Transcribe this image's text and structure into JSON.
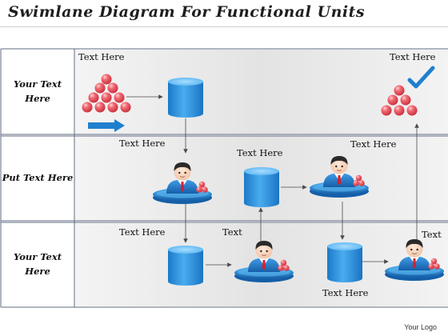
{
  "title": "Swimlane Diagram For Functional Units",
  "lanes": [
    {
      "label_line1": "Your Text",
      "label_line2": "Here"
    },
    {
      "label_line1": "Put Text Here",
      "label_line2": ""
    },
    {
      "label_line1": "Your Text",
      "label_line2": "Here"
    }
  ],
  "labels": {
    "l1_left": "Text Here",
    "l1_right": "Text Here",
    "l2_a": "Text Here",
    "l2_b": "Text Here",
    "l2_c": "Text Here",
    "l3_a": "Text Here",
    "l3_b": "Text",
    "l3_c": "Text",
    "l3_d": "Text Here"
  },
  "footer": {
    "logo": "Your Logo"
  },
  "colors": {
    "lane_bg": "#e6e6e6",
    "grid_line": "#5f6b82",
    "cylinder": "#2f95dd",
    "ball": "#e44b57",
    "arrow_blue": "#1f7fcf",
    "check": "#1f7fcf"
  }
}
